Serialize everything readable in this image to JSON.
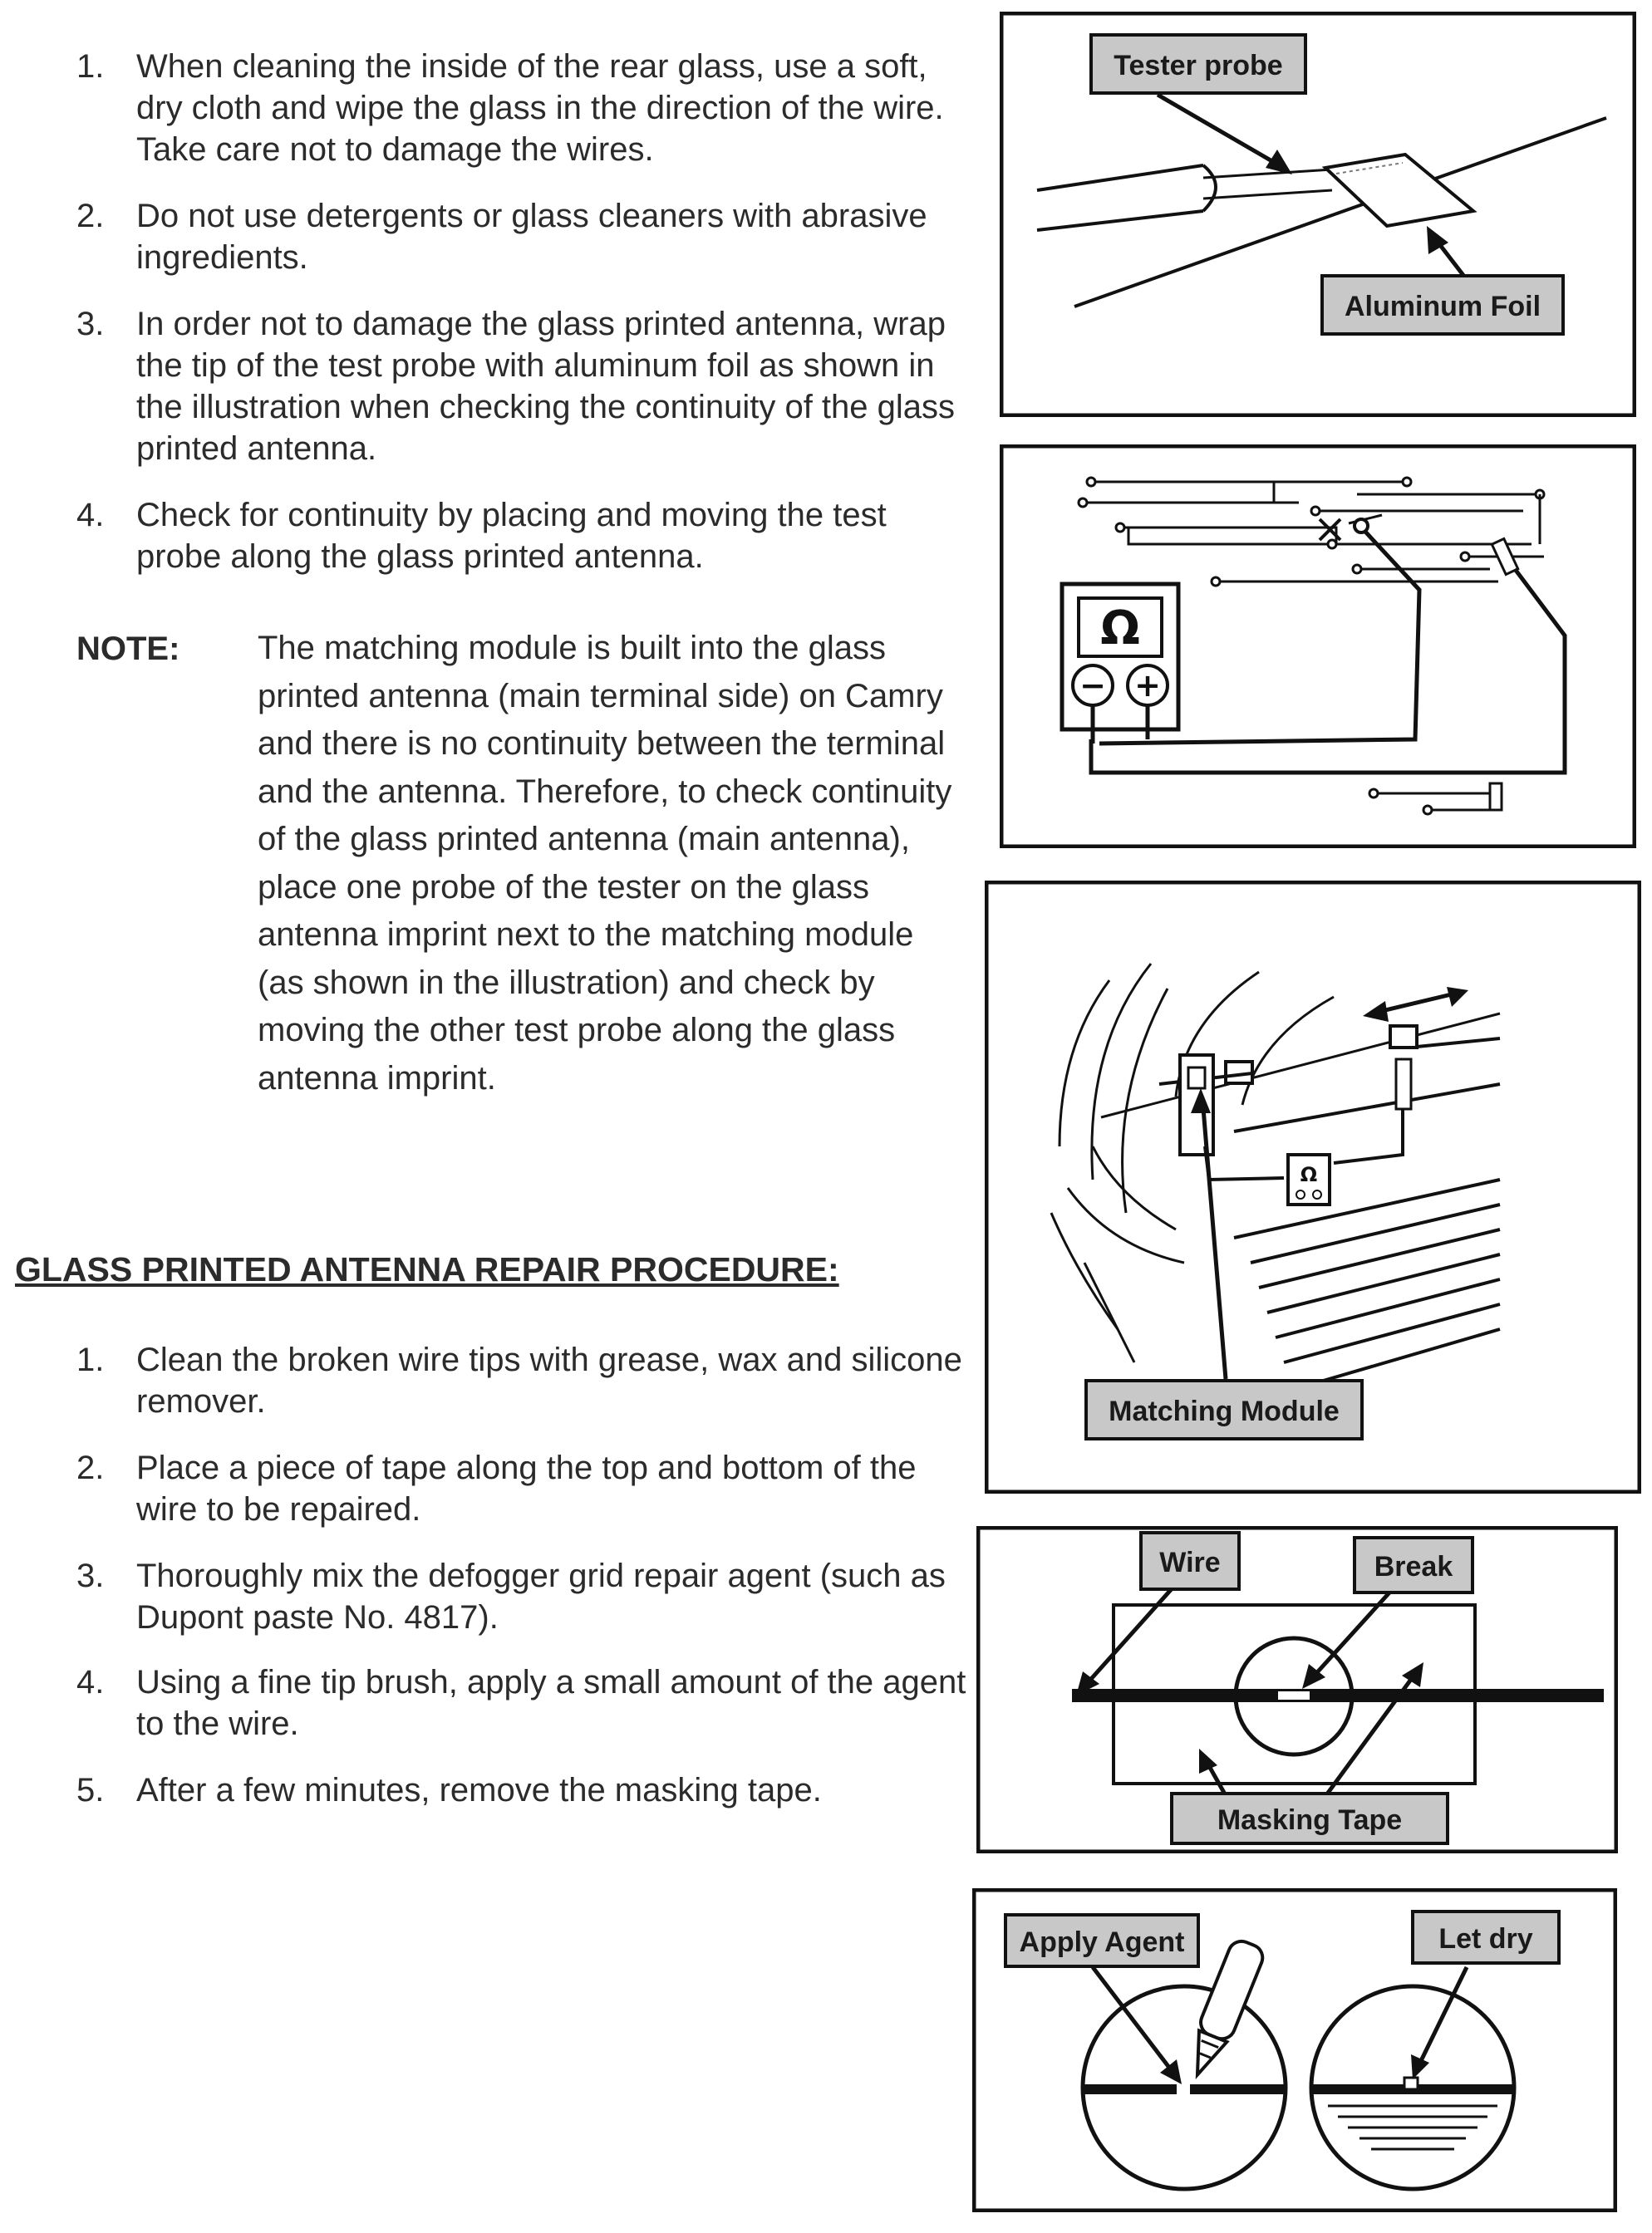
{
  "precautions": [
    {
      "num": "1.",
      "text": "When cleaning the inside of the rear glass, use a soft, dry cloth and wipe the glass in the direction of the wire.  Take care not to damage the wires."
    },
    {
      "num": "2.",
      "text": "Do not use detergents or glass cleaners with abrasive ingredients."
    },
    {
      "num": "3.",
      "text": "In order not to damage the glass printed antenna, wrap the tip of the test probe with aluminum foil as shown in the illustration when checking the continuity of the glass printed antenna."
    },
    {
      "num": "4.",
      "text": "Check for continuity by placing and moving the test probe along the glass printed antenna."
    }
  ],
  "note": {
    "label": "NOTE:",
    "text": "The matching module is built into the glass printed antenna (main terminal side) on Camry and there is no continuity between the terminal and the antenna.  Therefore, to check continuity of the glass printed antenna (main antenna), place one probe of the tester on the glass antenna imprint next to the matching module (as shown in the illustration) and check by moving the other test probe along the glass antenna imprint."
  },
  "repair": {
    "heading": "GLASS PRINTED ANTENNA REPAIR PROCEDURE:",
    "steps": [
      {
        "num": "1.",
        "text": "Clean the broken wire tips with grease, wax and silicone remover."
      },
      {
        "num": "2.",
        "text": "Place a piece of tape along the top and bottom of the wire to be repaired."
      },
      {
        "num": "3.",
        "text": "Thoroughly mix the defogger grid repair agent (such as Dupont paste No. 4817)."
      },
      {
        "num": "4.",
        "text": "Using a fine tip brush, apply a small amount of the agent to the wire."
      },
      {
        "num": "5.",
        "text": "After a few minutes, remove the masking tape."
      }
    ]
  },
  "figures": {
    "probe": {
      "tester_probe": "Tester probe",
      "aluminum_foil": "Aluminum Foil"
    },
    "ohmmeter": {
      "symbol": "Ω",
      "minus": "−",
      "plus": "+"
    },
    "module": {
      "symbol": "Ω",
      "matching_module": "Matching Module"
    },
    "tape": {
      "wire": "Wire",
      "break": "Break",
      "masking_tape": "Masking Tape"
    },
    "agent": {
      "apply_agent": "Apply Agent",
      "let_dry": "Let dry"
    }
  },
  "colors": {
    "text": "#2b2b2b",
    "label_fill": "#c8c8c8",
    "line": "#111111"
  }
}
